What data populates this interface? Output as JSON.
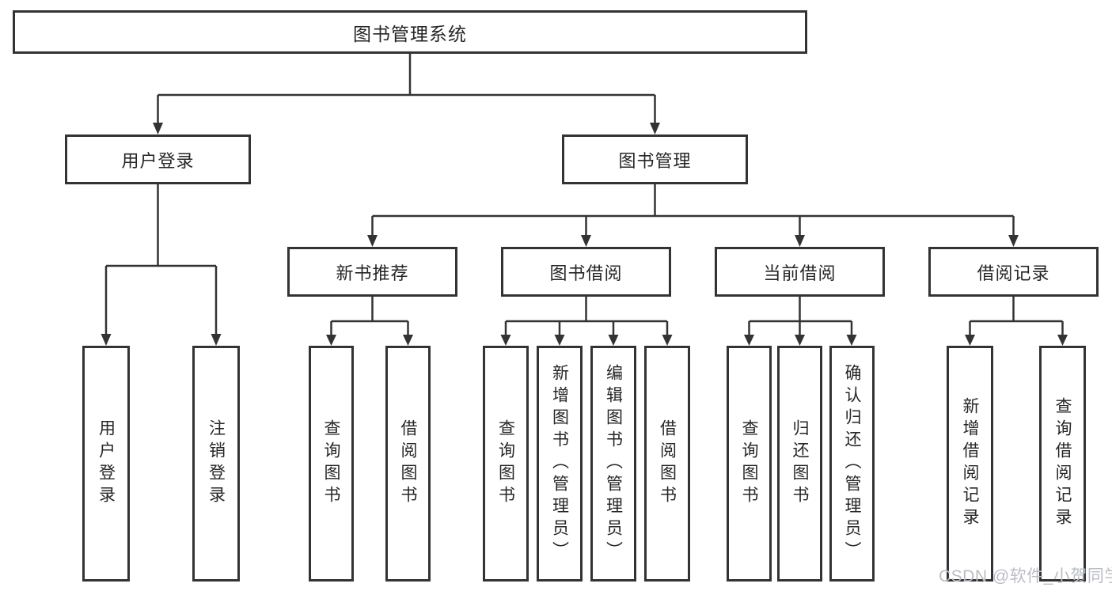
{
  "diagram": {
    "root": {
      "label": "图书管理系统"
    },
    "branches": [
      {
        "label": "用户登录",
        "leaves": [
          "用户登录",
          "注销登录"
        ]
      },
      {
        "label": "图书管理",
        "children": [
          {
            "label": "新书推荐",
            "leaves": [
              "查询图书",
              "借阅图书"
            ]
          },
          {
            "label": "图书借阅",
            "leaves": [
              "查询图书",
              "新增图书（管理员）",
              "编辑图书（管理员）",
              "借阅图书"
            ]
          },
          {
            "label": "当前借阅",
            "leaves": [
              "查询图书",
              "归还图书",
              "确认归还（管理员）"
            ]
          },
          {
            "label": "借阅记录",
            "leaves": [
              "新增借阅记录",
              "查询借阅记录"
            ]
          }
        ]
      }
    ]
  },
  "watermark": {
    "text": "CSDN @软件_小贺同学",
    "color": "#b9bdc4"
  },
  "colors": {
    "line": "#333333",
    "box_border": "#333333",
    "text": "#262626",
    "background": "#ffffff"
  }
}
